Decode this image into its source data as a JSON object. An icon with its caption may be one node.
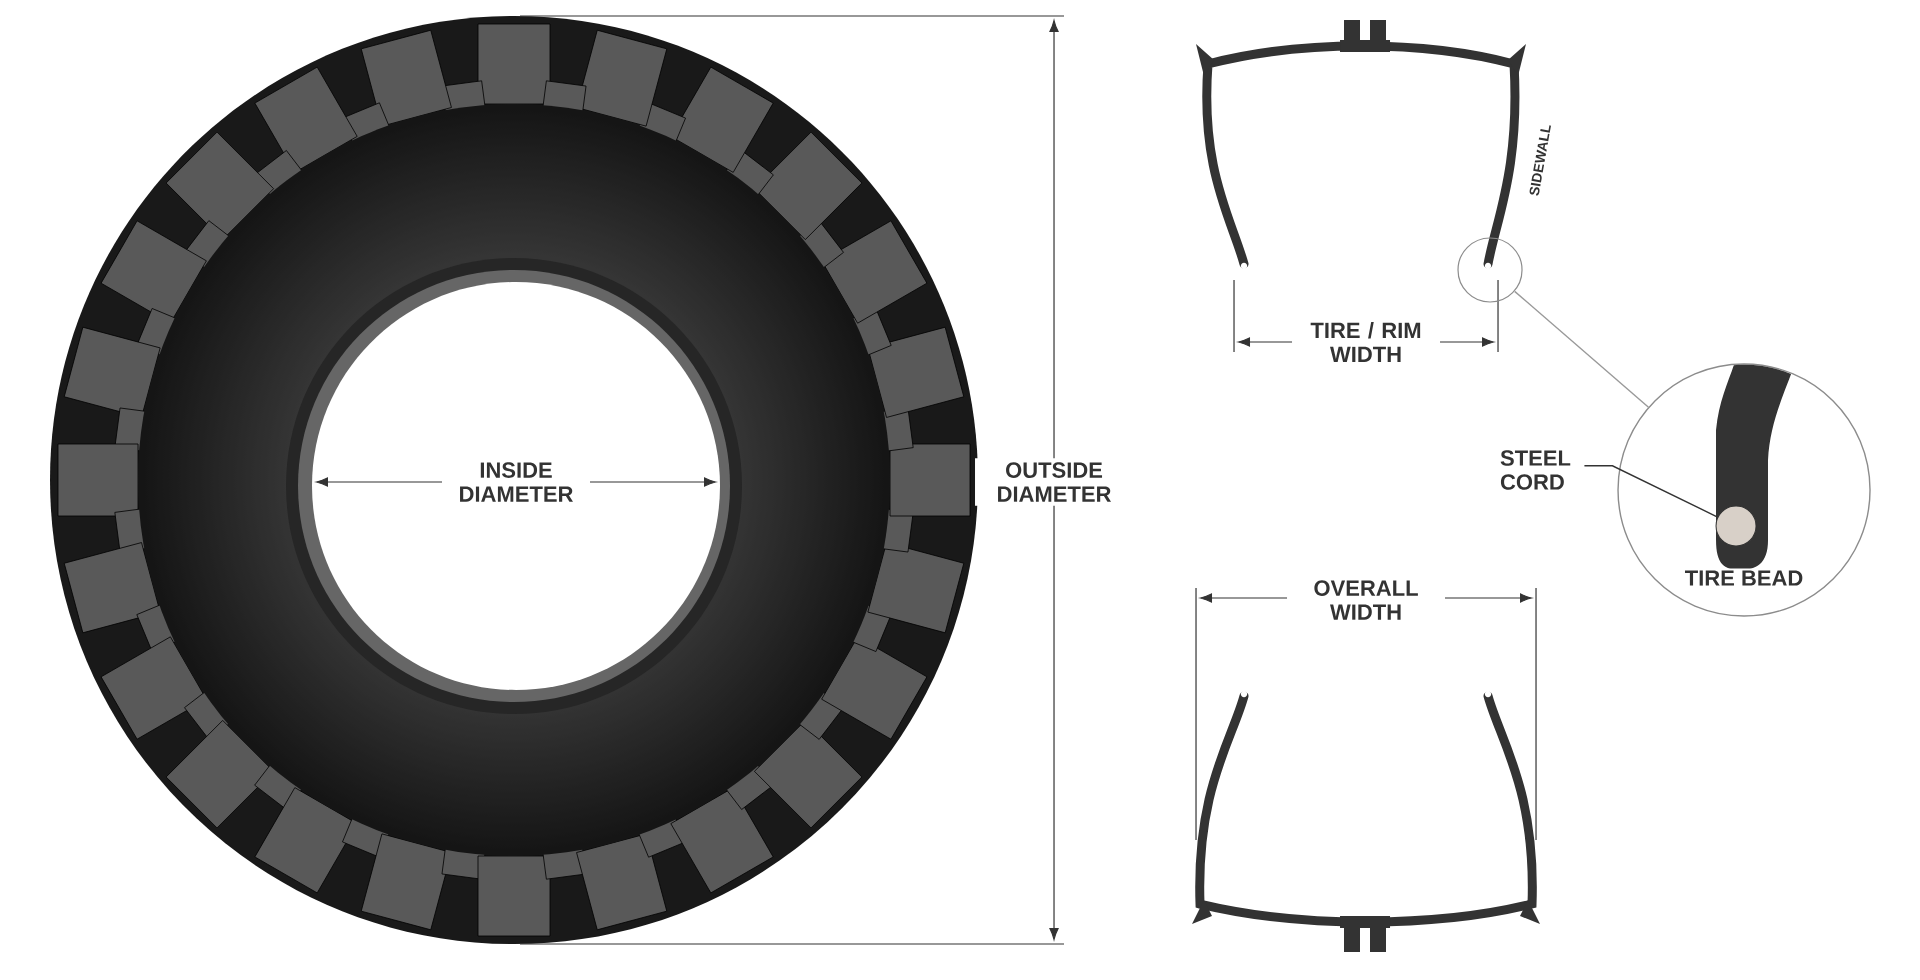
{
  "diagram": {
    "nodes": [
      {
        "text": [],
        "shape": "circle"
      },
      {
        "text": [
          "TIRE BEAD"
        ]
      },
      {
        "text": [],
        "shape": "circle",
        "in": 1
      },
      {
        "text": [
          "STEEL CORD"
        ]
      }
    ],
    "edges": [
      {
        "from": 0,
        "to": 1,
        "arrow": "none",
        "color": "#999999"
      },
      {
        "from": 3,
        "to": 2,
        "arrow": "none",
        "color": "#333333"
      }
    ],
    "labels": [
      "INSIDE DIAMETER",
      "OUTSIDE DIAMETER",
      "SIDEWALL",
      "TIRE / RIM WIDTH",
      "OVERALL WIDTH"
    ]
  }
}
